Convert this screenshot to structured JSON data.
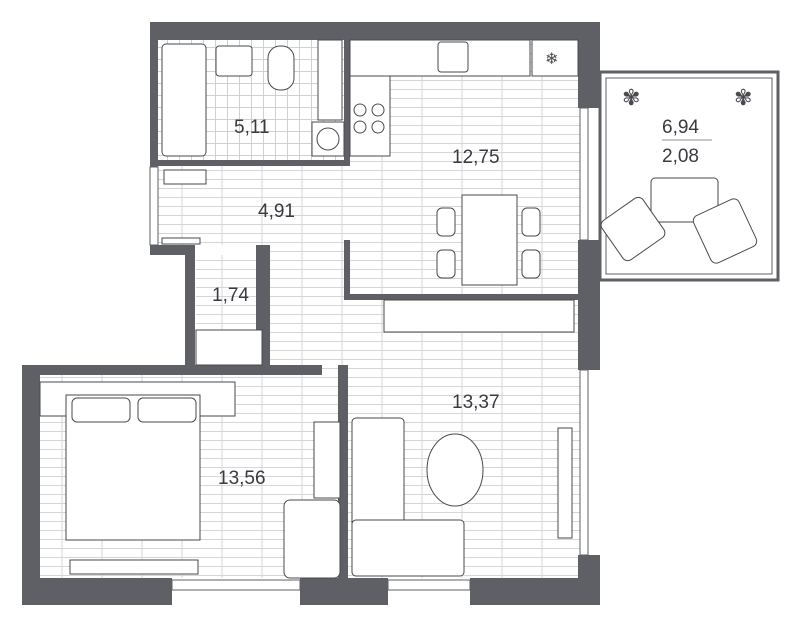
{
  "plan": {
    "rooms": [
      {
        "id": "bathroom",
        "area": "5,11"
      },
      {
        "id": "kitchen",
        "area": "12,75"
      },
      {
        "id": "hallway",
        "area": "4,91"
      },
      {
        "id": "closet",
        "area": "1,74"
      },
      {
        "id": "bedroom",
        "area": "13,56"
      },
      {
        "id": "living-room",
        "area": "13,37"
      }
    ],
    "balcony": {
      "area": "6,94",
      "reduced_area": "2,08"
    },
    "colors": {
      "wall": "#5f6066",
      "text": "#3a3a40"
    }
  }
}
